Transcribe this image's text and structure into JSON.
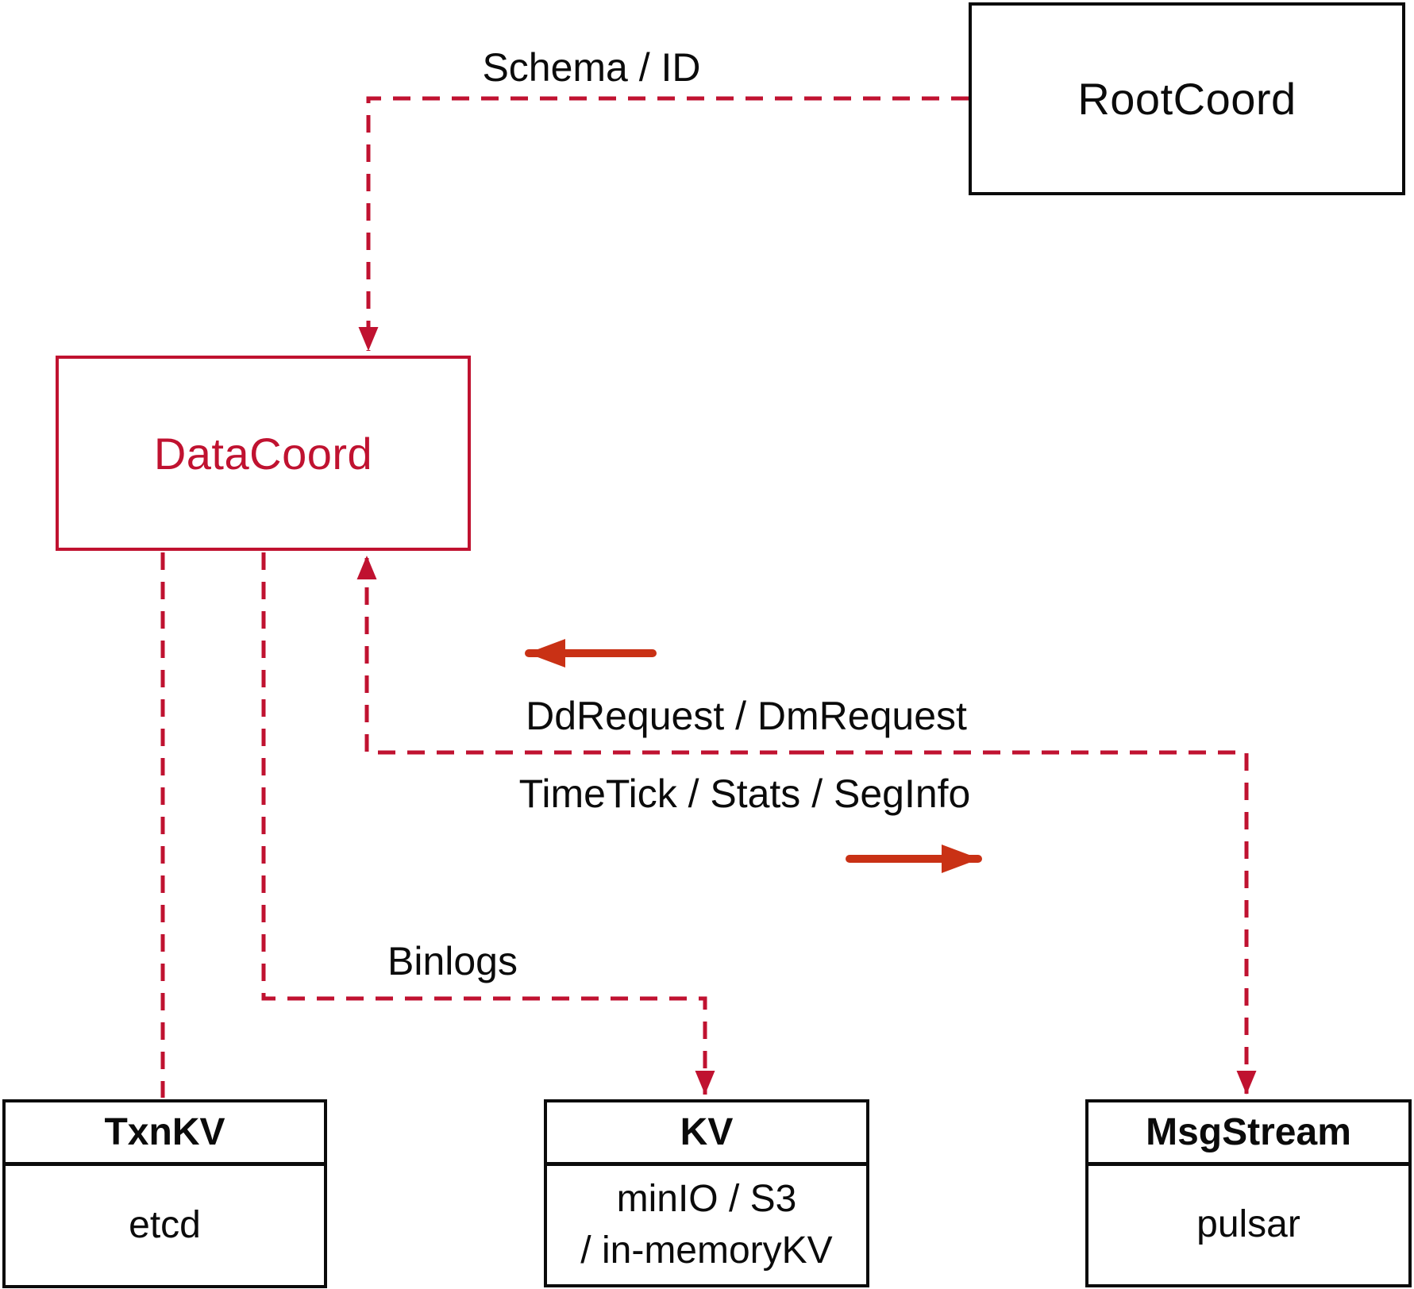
{
  "diagram": {
    "nodes": {
      "rootcoord": {
        "label": "RootCoord"
      },
      "datacoord": {
        "label": "DataCoord"
      },
      "txnkv": {
        "title": "TxnKV",
        "body": "etcd"
      },
      "kv": {
        "title": "KV",
        "body_line1": "minIO / S3",
        "body_line2": "/ in-memoryKV"
      },
      "msgstream": {
        "title": "MsgStream",
        "body": "pulsar"
      }
    },
    "edge_labels": {
      "schema_id": "Schema / ID",
      "dd_request": "DdRequest / DmRequest",
      "time_tick": "TimeTick / Stats / SegInfo",
      "binlogs": "Binlogs"
    },
    "colors": {
      "crimson": "#c01230",
      "arrow_red": "#c93115",
      "black": "#0b0b0b"
    }
  }
}
